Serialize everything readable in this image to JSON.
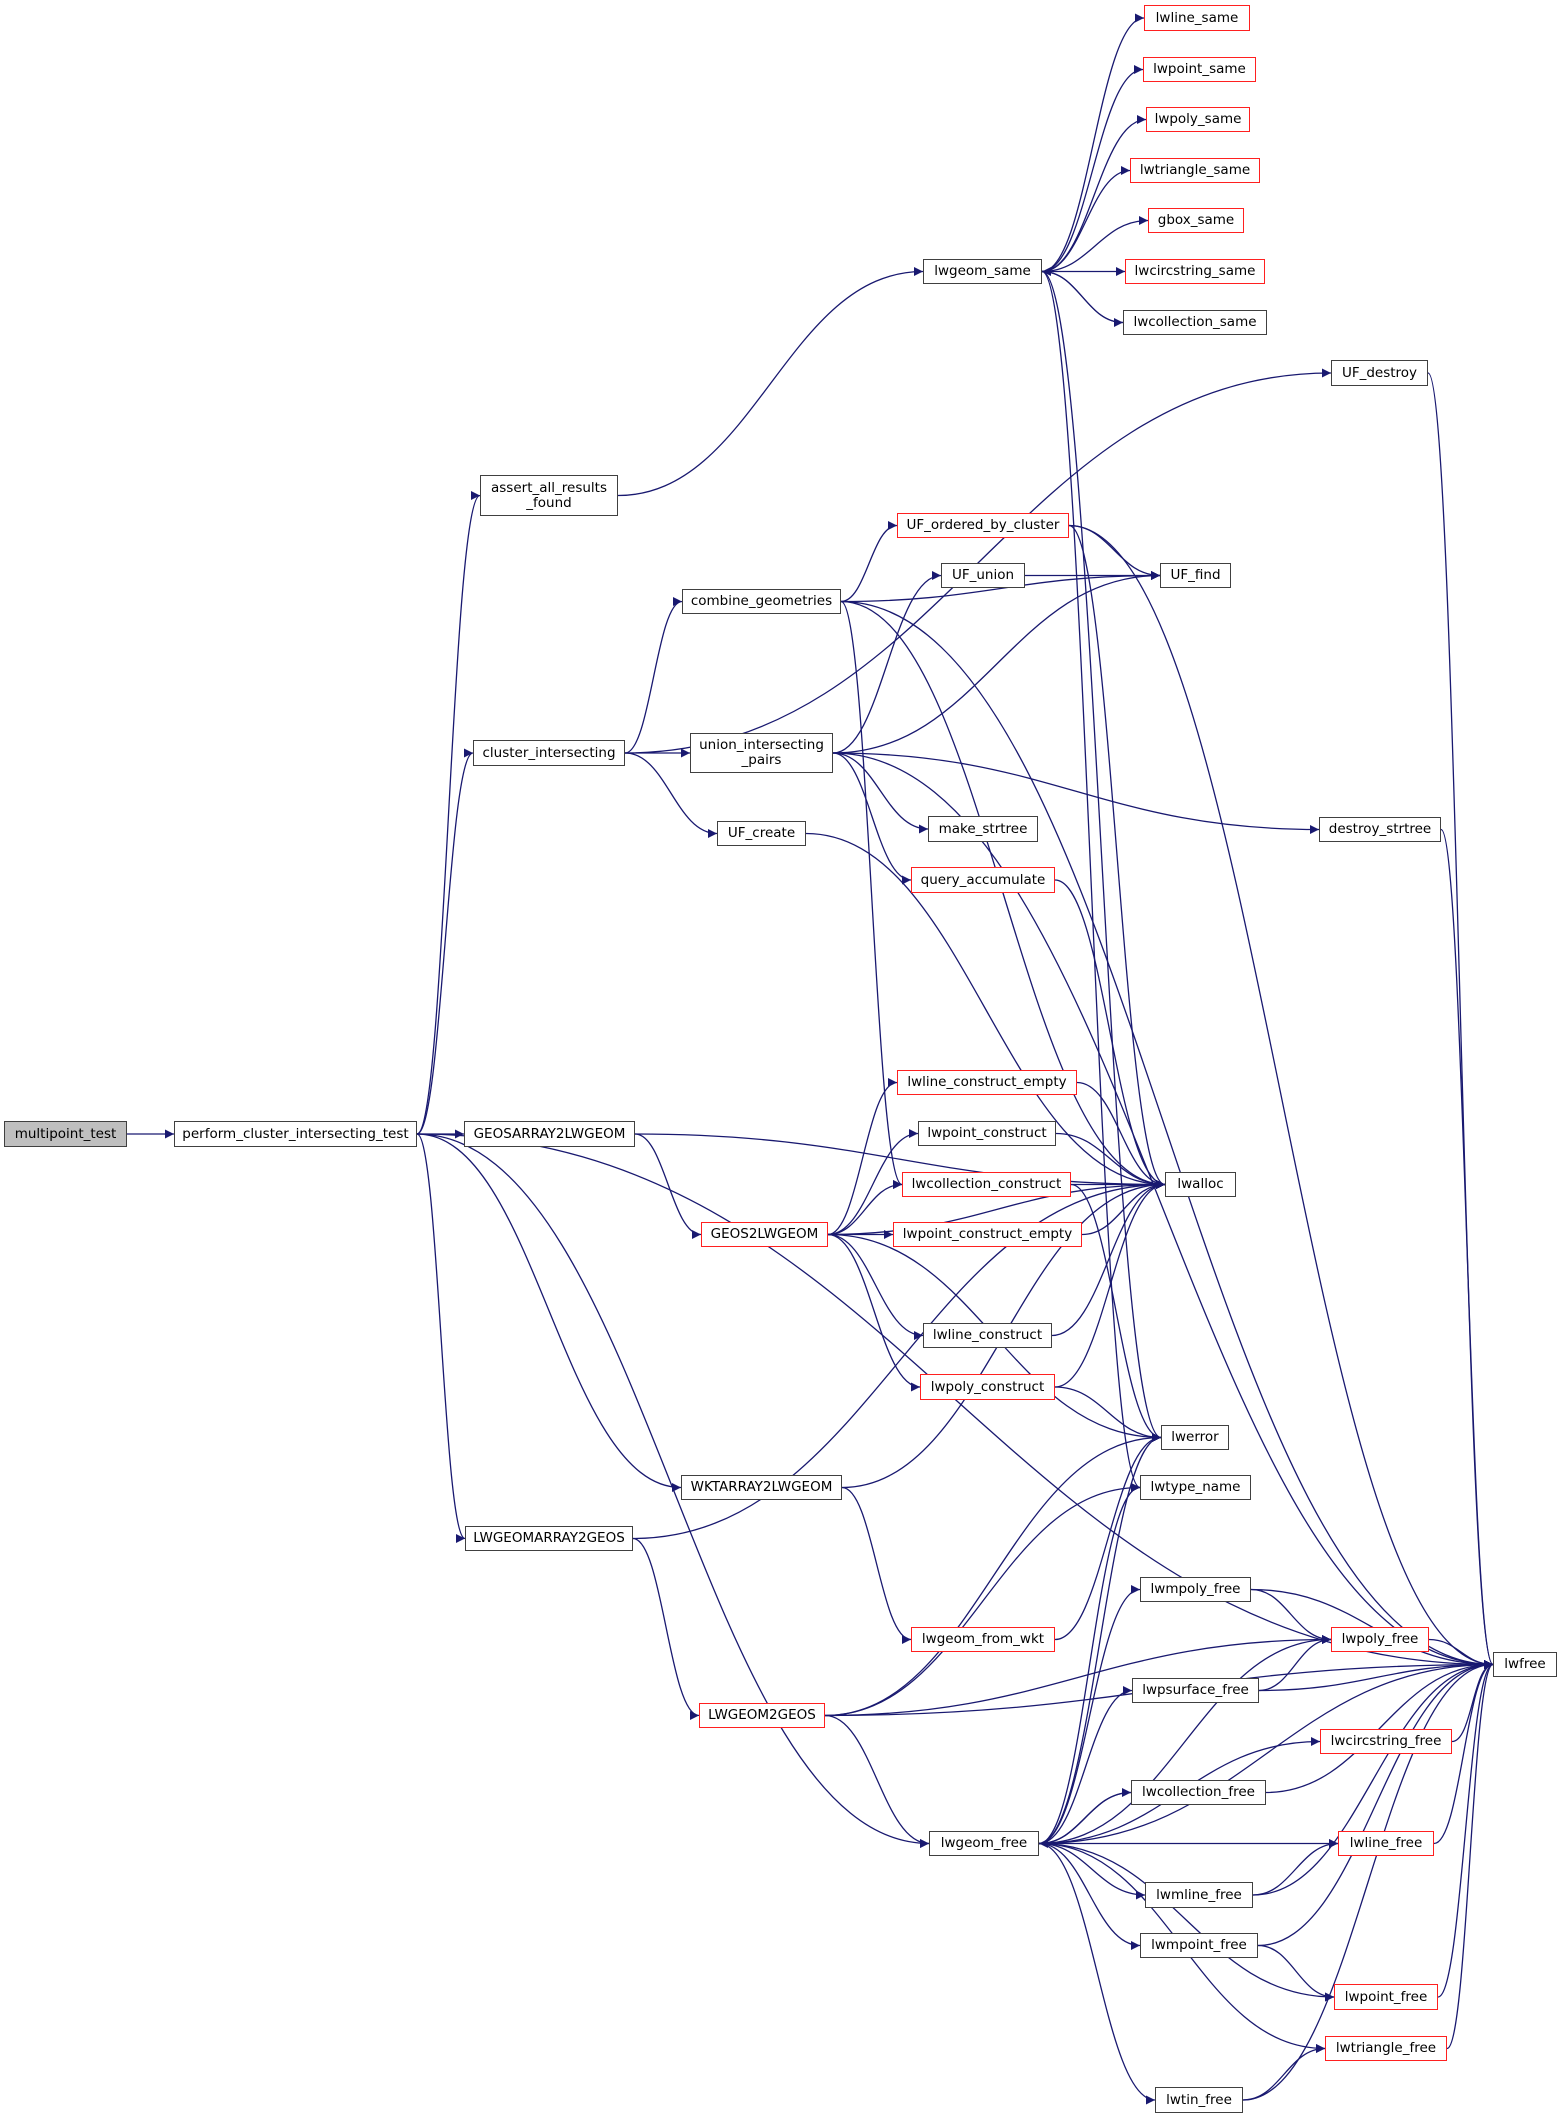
{
  "diagram": {
    "type": "call-graph",
    "colors": {
      "edge": "#191970",
      "node_border": "#404040",
      "node_border_external": "#ff2020",
      "root_fill": "#bfbfbf",
      "node_fill": "#ffffff"
    },
    "nodes": [
      {
        "id": "multipoint_test",
        "label": "multipoint_test",
        "root": true
      },
      {
        "id": "perform_cluster_intersecting_test",
        "label": "perform_cluster_intersecting_test"
      },
      {
        "id": "assert_all_results_found",
        "label": "assert_all_results\n_found"
      },
      {
        "id": "cluster_intersecting",
        "label": "cluster_intersecting"
      },
      {
        "id": "GEOSARRAY2LWGEOM",
        "label": "GEOSARRAY2LWGEOM"
      },
      {
        "id": "LWGEOMARRAY2GEOS",
        "label": "LWGEOMARRAY2GEOS"
      },
      {
        "id": "WKTARRAY2LWGEOM",
        "label": "WKTARRAY2LWGEOM"
      },
      {
        "id": "combine_geometries",
        "label": "combine_geometries"
      },
      {
        "id": "union_intersecting_pairs",
        "label": "union_intersecting\n_pairs"
      },
      {
        "id": "UF_create",
        "label": "UF_create"
      },
      {
        "id": "GEOS2LWGEOM",
        "label": "GEOS2LWGEOM",
        "external": true
      },
      {
        "id": "LWGEOM2GEOS",
        "label": "LWGEOM2GEOS",
        "external": true
      },
      {
        "id": "lwgeom_free",
        "label": "lwgeom_free"
      },
      {
        "id": "lwgeom_same",
        "label": "lwgeom_same"
      },
      {
        "id": "UF_ordered_by_cluster",
        "label": "UF_ordered_by_cluster",
        "external": true
      },
      {
        "id": "UF_union",
        "label": "UF_union"
      },
      {
        "id": "make_strtree",
        "label": "make_strtree"
      },
      {
        "id": "query_accumulate",
        "label": "query_accumulate",
        "external": true
      },
      {
        "id": "lwline_construct_empty",
        "label": "lwline_construct_empty",
        "external": true
      },
      {
        "id": "lwpoint_construct",
        "label": "lwpoint_construct"
      },
      {
        "id": "lwcollection_construct",
        "label": "lwcollection_construct",
        "external": true
      },
      {
        "id": "lwpoint_construct_empty",
        "label": "lwpoint_construct_empty",
        "external": true
      },
      {
        "id": "lwline_construct",
        "label": "lwline_construct"
      },
      {
        "id": "lwpoly_construct",
        "label": "lwpoly_construct",
        "external": true
      },
      {
        "id": "lwgeom_from_wkt",
        "label": "lwgeom_from_wkt",
        "external": true
      },
      {
        "id": "lwline_same",
        "label": "lwline_same",
        "external": true
      },
      {
        "id": "lwpoint_same",
        "label": "lwpoint_same",
        "external": true
      },
      {
        "id": "lwpoly_same",
        "label": "lwpoly_same",
        "external": true
      },
      {
        "id": "lwtriangle_same",
        "label": "lwtriangle_same",
        "external": true
      },
      {
        "id": "gbox_same",
        "label": "gbox_same",
        "external": true
      },
      {
        "id": "lwcircstring_same",
        "label": "lwcircstring_same",
        "external": true
      },
      {
        "id": "lwcollection_same",
        "label": "lwcollection_same"
      },
      {
        "id": "UF_destroy",
        "label": "UF_destroy"
      },
      {
        "id": "UF_find",
        "label": "UF_find"
      },
      {
        "id": "destroy_strtree",
        "label": "destroy_strtree"
      },
      {
        "id": "lwalloc",
        "label": "lwalloc"
      },
      {
        "id": "lwerror",
        "label": "lwerror"
      },
      {
        "id": "lwtype_name",
        "label": "lwtype_name"
      },
      {
        "id": "lwmpoly_free",
        "label": "lwmpoly_free"
      },
      {
        "id": "lwpsurface_free",
        "label": "lwpsurface_free"
      },
      {
        "id": "lwcircstring_free",
        "label": "lwcircstring_free",
        "external": true
      },
      {
        "id": "lwcollection_free",
        "label": "lwcollection_free"
      },
      {
        "id": "lwmline_free",
        "label": "lwmline_free"
      },
      {
        "id": "lwmpoint_free",
        "label": "lwmpoint_free"
      },
      {
        "id": "lwtin_free",
        "label": "lwtin_free"
      },
      {
        "id": "lwpoly_free",
        "label": "lwpoly_free",
        "external": true
      },
      {
        "id": "lwline_free",
        "label": "lwline_free",
        "external": true
      },
      {
        "id": "lwpoint_free",
        "label": "lwpoint_free",
        "external": true
      },
      {
        "id": "lwtriangle_free",
        "label": "lwtriangle_free",
        "external": true
      },
      {
        "id": "lwfree",
        "label": "lwfree"
      }
    ],
    "edges": [
      [
        "multipoint_test",
        "perform_cluster_intersecting_test"
      ],
      [
        "perform_cluster_intersecting_test",
        "assert_all_results_found"
      ],
      [
        "perform_cluster_intersecting_test",
        "cluster_intersecting"
      ],
      [
        "perform_cluster_intersecting_test",
        "GEOSARRAY2LWGEOM"
      ],
      [
        "perform_cluster_intersecting_test",
        "LWGEOMARRAY2GEOS"
      ],
      [
        "perform_cluster_intersecting_test",
        "WKTARRAY2LWGEOM"
      ],
      [
        "perform_cluster_intersecting_test",
        "lwgeom_free"
      ],
      [
        "perform_cluster_intersecting_test",
        "lwfree"
      ],
      [
        "assert_all_results_found",
        "lwgeom_same"
      ],
      [
        "cluster_intersecting",
        "combine_geometries"
      ],
      [
        "cluster_intersecting",
        "union_intersecting_pairs"
      ],
      [
        "cluster_intersecting",
        "UF_create"
      ],
      [
        "cluster_intersecting",
        "UF_destroy"
      ],
      [
        "combine_geometries",
        "UF_ordered_by_cluster"
      ],
      [
        "combine_geometries",
        "UF_find"
      ],
      [
        "combine_geometries",
        "lwalloc"
      ],
      [
        "combine_geometries",
        "lwcollection_construct"
      ],
      [
        "combine_geometries",
        "lwfree"
      ],
      [
        "union_intersecting_pairs",
        "UF_union"
      ],
      [
        "union_intersecting_pairs",
        "UF_find"
      ],
      [
        "union_intersecting_pairs",
        "make_strtree"
      ],
      [
        "union_intersecting_pairs",
        "query_accumulate"
      ],
      [
        "union_intersecting_pairs",
        "destroy_strtree"
      ],
      [
        "union_intersecting_pairs",
        "lwfree"
      ],
      [
        "UF_create",
        "lwalloc"
      ],
      [
        "UF_ordered_by_cluster",
        "UF_find"
      ],
      [
        "UF_ordered_by_cluster",
        "lwalloc"
      ],
      [
        "UF_ordered_by_cluster",
        "lwfree"
      ],
      [
        "UF_union",
        "UF_find"
      ],
      [
        "UF_destroy",
        "lwfree"
      ],
      [
        "destroy_strtree",
        "lwfree"
      ],
      [
        "query_accumulate",
        "lwalloc"
      ],
      [
        "GEOSARRAY2LWGEOM",
        "GEOS2LWGEOM"
      ],
      [
        "GEOSARRAY2LWGEOM",
        "lwalloc"
      ],
      [
        "GEOS2LWGEOM",
        "lwline_construct_empty"
      ],
      [
        "GEOS2LWGEOM",
        "lwpoint_construct"
      ],
      [
        "GEOS2LWGEOM",
        "lwcollection_construct"
      ],
      [
        "GEOS2LWGEOM",
        "lwpoint_construct_empty"
      ],
      [
        "GEOS2LWGEOM",
        "lwalloc"
      ],
      [
        "GEOS2LWGEOM",
        "lwline_construct"
      ],
      [
        "GEOS2LWGEOM",
        "lwpoly_construct"
      ],
      [
        "GEOS2LWGEOM",
        "lwerror"
      ],
      [
        "lwline_construct_empty",
        "lwalloc"
      ],
      [
        "lwpoint_construct",
        "lwalloc"
      ],
      [
        "lwcollection_construct",
        "lwalloc"
      ],
      [
        "lwcollection_construct",
        "lwerror"
      ],
      [
        "lwpoint_construct_empty",
        "lwalloc"
      ],
      [
        "lwline_construct",
        "lwalloc"
      ],
      [
        "lwpoly_construct",
        "lwalloc"
      ],
      [
        "lwpoly_construct",
        "lwerror"
      ],
      [
        "WKTARRAY2LWGEOM",
        "lwgeom_from_wkt"
      ],
      [
        "WKTARRAY2LWGEOM",
        "lwalloc"
      ],
      [
        "lwgeom_from_wkt",
        "lwerror"
      ],
      [
        "LWGEOMARRAY2GEOS",
        "LWGEOM2GEOS"
      ],
      [
        "LWGEOMARRAY2GEOS",
        "lwalloc"
      ],
      [
        "LWGEOM2GEOS",
        "lwgeom_free"
      ],
      [
        "LWGEOM2GEOS",
        "lwerror"
      ],
      [
        "LWGEOM2GEOS",
        "lwtype_name"
      ],
      [
        "LWGEOM2GEOS",
        "lwpoly_free"
      ],
      [
        "LWGEOM2GEOS",
        "lwfree"
      ],
      [
        "lwgeom_same",
        "lwline_same"
      ],
      [
        "lwgeom_same",
        "lwpoint_same"
      ],
      [
        "lwgeom_same",
        "lwpoly_same"
      ],
      [
        "lwgeom_same",
        "lwtriangle_same"
      ],
      [
        "lwgeom_same",
        "gbox_same"
      ],
      [
        "lwgeom_same",
        "lwcircstring_same"
      ],
      [
        "lwgeom_same",
        "lwcollection_same"
      ],
      [
        "lwcollection_same",
        "lwgeom_same"
      ],
      [
        "lwgeom_same",
        "lwerror"
      ],
      [
        "lwgeom_same",
        "lwtype_name"
      ],
      [
        "lwgeom_free",
        "lwtype_name"
      ],
      [
        "lwgeom_free",
        "lwerror"
      ],
      [
        "lwgeom_free",
        "lwmpoly_free"
      ],
      [
        "lwgeom_free",
        "lwpoly_free"
      ],
      [
        "lwgeom_free",
        "lwpsurface_free"
      ],
      [
        "lwgeom_free",
        "lwcircstring_free"
      ],
      [
        "lwgeom_free",
        "lwcollection_free"
      ],
      [
        "lwcollection_free",
        "lwgeom_free"
      ],
      [
        "lwgeom_free",
        "lwline_free"
      ],
      [
        "lwgeom_free",
        "lwmline_free"
      ],
      [
        "lwgeom_free",
        "lwmpoint_free"
      ],
      [
        "lwgeom_free",
        "lwpoint_free"
      ],
      [
        "lwgeom_free",
        "lwtriangle_free"
      ],
      [
        "lwgeom_free",
        "lwtin_free"
      ],
      [
        "lwgeom_free",
        "lwfree"
      ],
      [
        "lwmpoly_free",
        "lwpoly_free"
      ],
      [
        "lwmpoly_free",
        "lwfree"
      ],
      [
        "lwpsurface_free",
        "lwpoly_free"
      ],
      [
        "lwpsurface_free",
        "lwfree"
      ],
      [
        "lwcircstring_free",
        "lwfree"
      ],
      [
        "lwcollection_free",
        "lwfree"
      ],
      [
        "lwmline_free",
        "lwline_free"
      ],
      [
        "lwmline_free",
        "lwfree"
      ],
      [
        "lwmpoint_free",
        "lwpoint_free"
      ],
      [
        "lwmpoint_free",
        "lwfree"
      ],
      [
        "lwtin_free",
        "lwtriangle_free"
      ],
      [
        "lwtin_free",
        "lwfree"
      ],
      [
        "lwpoly_free",
        "lwfree"
      ],
      [
        "lwline_free",
        "lwfree"
      ],
      [
        "lwpoint_free",
        "lwfree"
      ],
      [
        "lwtriangle_free",
        "lwfree"
      ]
    ]
  }
}
